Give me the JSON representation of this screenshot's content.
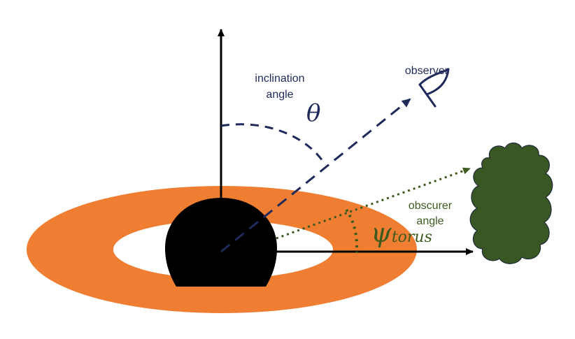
{
  "labels": {
    "observer": "observer",
    "inclination_line1": "inclination",
    "inclination_line2": "angle",
    "obscurer_line1": "obscurer",
    "obscurer_line2": "angle"
  },
  "symbols": {
    "theta": "θ",
    "psi": "ψ",
    "psi_subscript": "torus"
  },
  "colors": {
    "torus": "#ef7e32",
    "black_hole": "#000000",
    "observer_blue": "#1f2a5a",
    "obscurer_green": "#3d5a1f",
    "cloud_fill": "#385723",
    "axis": "#000000"
  },
  "icons": {
    "observer": "eye-icon",
    "obscurer": "cloud-icon"
  }
}
